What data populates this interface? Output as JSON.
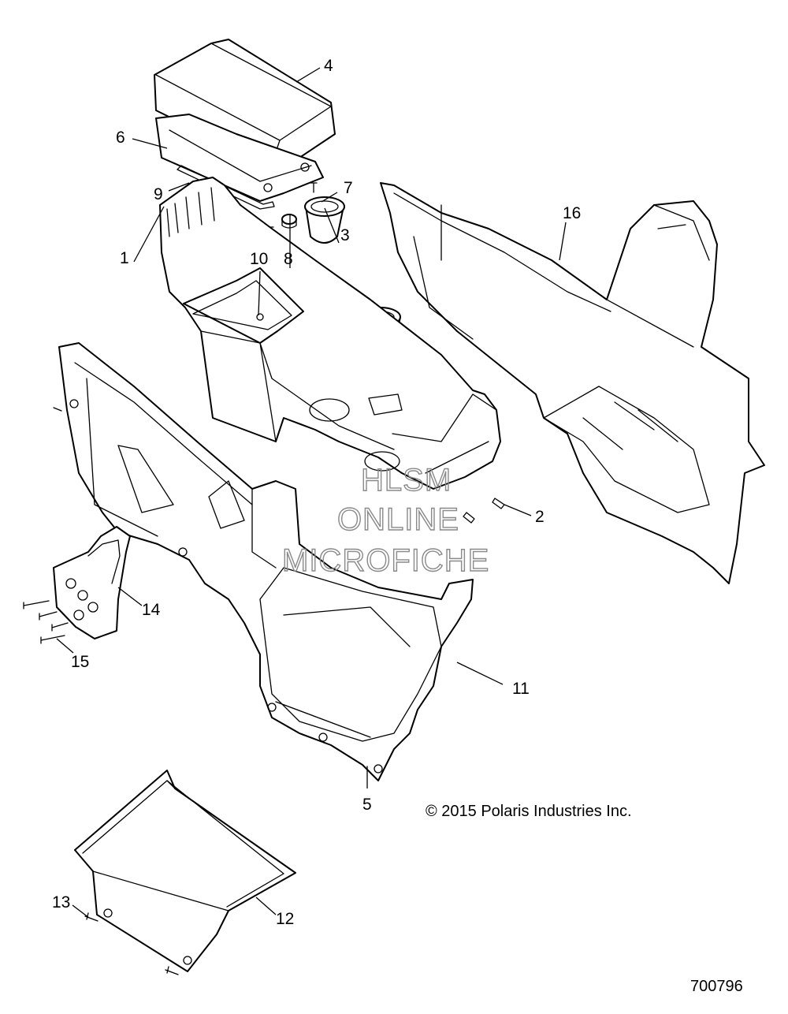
{
  "diagram": {
    "callouts": [
      "1",
      "2",
      "3",
      "4",
      "5",
      "6",
      "7",
      "8",
      "9",
      "10",
      "11",
      "12",
      "13",
      "14",
      "15",
      "16"
    ],
    "copyright": "© 2015 Polaris Industries Inc.",
    "figure_id": "700796",
    "watermark": [
      "HLSM",
      "ONLINE",
      "MICROFICHE"
    ]
  }
}
